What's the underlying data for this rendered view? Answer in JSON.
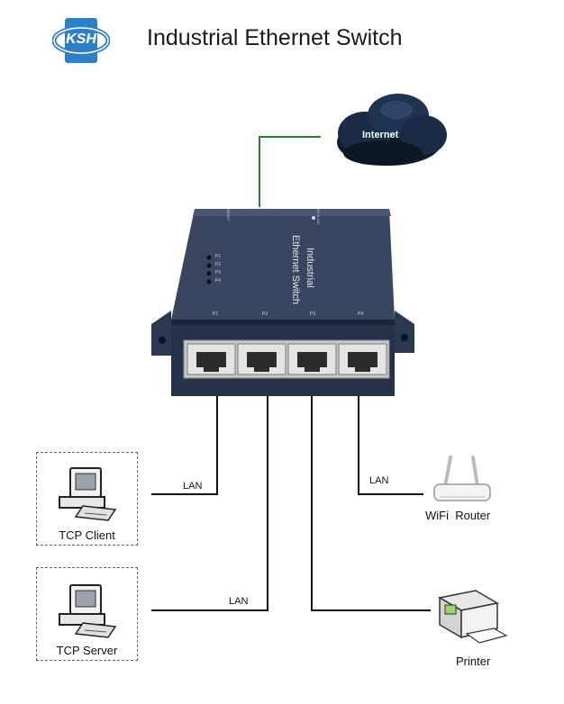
{
  "header": {
    "logo_text": "KSH",
    "title": "Industrial Ethernet Switch"
  },
  "cloud": {
    "label": "Internet"
  },
  "switch": {
    "top_label_line1": "Industrial",
    "top_label_line2": "Ethernet Switch",
    "leds": [
      "P1",
      "P2",
      "P3",
      "P4"
    ],
    "port_labels": [
      "P1",
      "P2",
      "P3",
      "P4"
    ],
    "top_small_left": "RESET",
    "top_small_right": "DC 5-24V"
  },
  "devices": {
    "tcp_client": "TCP Client",
    "tcp_server": "TCP Server",
    "wifi_router": "WiFi  Router",
    "printer": "Printer"
  },
  "links": {
    "lan_client": "LAN",
    "lan_server": "LAN",
    "lan_router": "LAN"
  },
  "colors": {
    "logo": "#2f7fc4",
    "uplink": "#2e7d2e",
    "switch_body": "#27324a",
    "cables": "#111111"
  }
}
